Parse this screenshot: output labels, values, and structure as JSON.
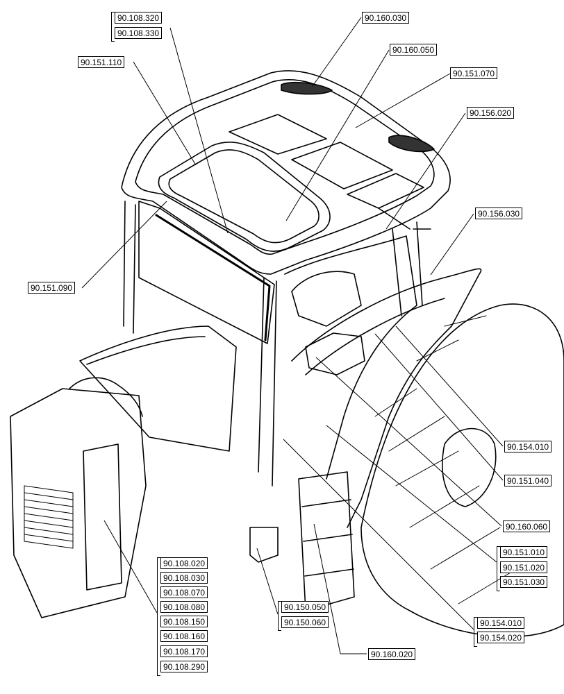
{
  "labels": [
    "90.108.320",
    "90.108.330",
    "90.151.110",
    "90.160.030",
    "90.160.050",
    "90.151.070",
    "90.156.020",
    "90.156.030",
    "90.151.090",
    "90.154.010",
    "90.151.040",
    "90.160.060",
    "90.151.010",
    "90.151.020",
    "90.151.030",
    "90.154.010",
    "90.154.020",
    "90.160.020",
    "90.150.050",
    "90.150.060",
    "90.108.020",
    "90.108.030",
    "90.108.070",
    "90.108.080",
    "90.108.150",
    "90.108.160",
    "90.108.170",
    "90.108.290"
  ],
  "colors": {
    "line": "#000000",
    "paper": "#ffffff"
  }
}
